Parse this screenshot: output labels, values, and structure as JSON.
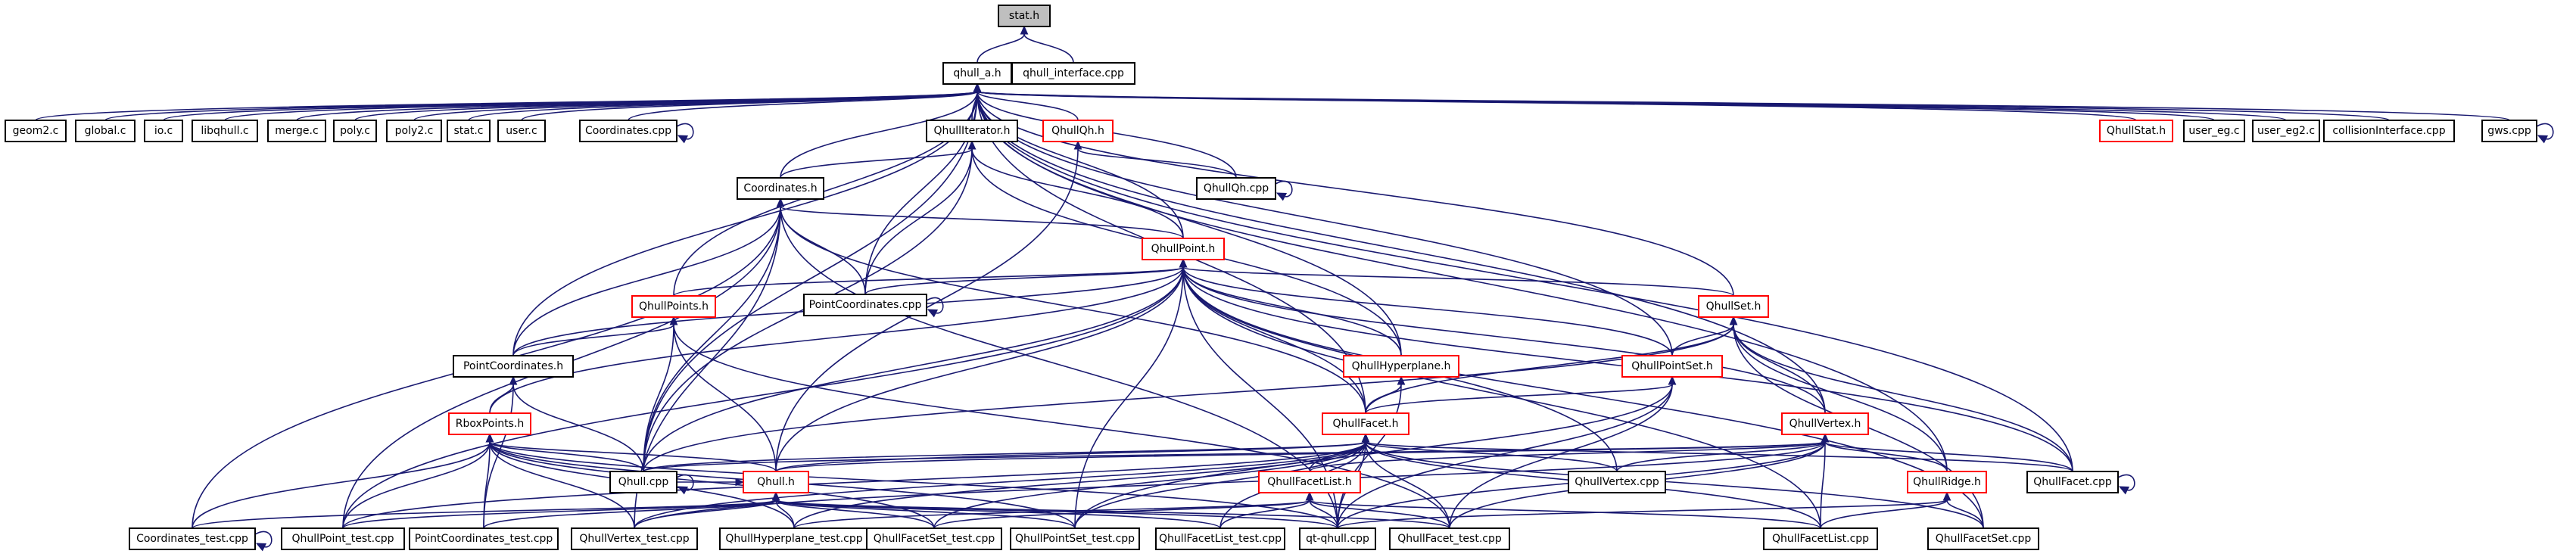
{
  "colors": {
    "edge": "#191970",
    "highlight": "#ff0000",
    "root_fill": "#bfbfbf"
  },
  "nodes": [
    {
      "id": "stat_h",
      "label": "stat.h",
      "style": "root"
    },
    {
      "id": "qhull_a_h",
      "label": "qhull_a.h"
    },
    {
      "id": "qhull_interface_cpp",
      "label": "qhull_interface.cpp"
    },
    {
      "id": "geom2_c",
      "label": "geom2.c"
    },
    {
      "id": "global_c",
      "label": "global.c"
    },
    {
      "id": "io_c",
      "label": "io.c"
    },
    {
      "id": "libqhull_c",
      "label": "libqhull.c"
    },
    {
      "id": "merge_c",
      "label": "merge.c"
    },
    {
      "id": "poly_c",
      "label": "poly.c"
    },
    {
      "id": "poly2_c",
      "label": "poly2.c"
    },
    {
      "id": "stat_c",
      "label": "stat.c"
    },
    {
      "id": "user_c",
      "label": "user.c"
    },
    {
      "id": "coordinates_cpp",
      "label": "Coordinates.cpp"
    },
    {
      "id": "qhulliterator_h",
      "label": "QhullIterator.h"
    },
    {
      "id": "qhullqh_h",
      "label": "QhullQh.h",
      "style": "red"
    },
    {
      "id": "qhullstat_h",
      "label": "QhullStat.h",
      "style": "red"
    },
    {
      "id": "user_eg_c",
      "label": "user_eg.c"
    },
    {
      "id": "user_eg2_c",
      "label": "user_eg2.c"
    },
    {
      "id": "collisioninterface_cpp",
      "label": "collisionInterface.cpp"
    },
    {
      "id": "gws_cpp",
      "label": "gws.cpp"
    },
    {
      "id": "qhullqh_cpp",
      "label": "QhullQh.cpp"
    },
    {
      "id": "coordinates_h",
      "label": "Coordinates.h"
    },
    {
      "id": "qhullpoint_h",
      "label": "QhullPoint.h",
      "style": "red"
    },
    {
      "id": "pointcoordinates_cpp",
      "label": "PointCoordinates.cpp"
    },
    {
      "id": "qhullpoints_h",
      "label": "QhullPoints.h",
      "style": "red"
    },
    {
      "id": "qhullset_h",
      "label": "QhullSet.h",
      "style": "red"
    },
    {
      "id": "pointcoordinates_h",
      "label": "PointCoordinates.h"
    },
    {
      "id": "qhullhyperplane_h",
      "label": "QhullHyperplane.h",
      "style": "red"
    },
    {
      "id": "qhullpointset_h",
      "label": "QhullPointSet.h",
      "style": "red"
    },
    {
      "id": "rboxpoints_h",
      "label": "RboxPoints.h",
      "style": "red"
    },
    {
      "id": "qhullfacet_h",
      "label": "QhullFacet.h",
      "style": "red"
    },
    {
      "id": "qhullvertex_h",
      "label": "QhullVertex.h",
      "style": "red"
    },
    {
      "id": "qhull_cpp",
      "label": "Qhull.cpp"
    },
    {
      "id": "qhullvertex_cpp",
      "label": "QhullVertex.cpp"
    },
    {
      "id": "qhullfacet_cpp",
      "label": "QhullFacet.cpp"
    },
    {
      "id": "qhull_h",
      "label": "Qhull.h",
      "style": "red"
    },
    {
      "id": "qhullfacetlist_h",
      "label": "QhullFacetList.h",
      "style": "red"
    },
    {
      "id": "qhullridge_h",
      "label": "QhullRidge.h",
      "style": "red"
    },
    {
      "id": "coordinates_test_cpp",
      "label": "Coordinates_test.cpp"
    },
    {
      "id": "qhullpoint_test_cpp",
      "label": "QhullPoint_test.cpp"
    },
    {
      "id": "pointcoordinates_test_cpp",
      "label": "PointCoordinates_test.cpp"
    },
    {
      "id": "qhullvertex_test_cpp",
      "label": "QhullVertex_test.cpp"
    },
    {
      "id": "qhullhyperplane_test_cpp",
      "label": "QhullHyperplane_test.cpp"
    },
    {
      "id": "qhullfacetset_test_cpp",
      "label": "QhullFacetSet_test.cpp"
    },
    {
      "id": "qhullpointset_test_cpp",
      "label": "QhullPointSet_test.cpp"
    },
    {
      "id": "qhullfacetlist_test_cpp",
      "label": "QhullFacetList_test.cpp"
    },
    {
      "id": "qt_qhull_cpp",
      "label": "qt-qhull.cpp"
    },
    {
      "id": "qhullfacet_test_cpp",
      "label": "QhullFacet_test.cpp"
    },
    {
      "id": "qhullfacetlist_cpp",
      "label": "QhullFacetList.cpp"
    },
    {
      "id": "qhullfacetset_cpp",
      "label": "QhullFacetSet.cpp"
    }
  ],
  "edges": [
    [
      "qhull_a_h",
      "stat_h"
    ],
    [
      "qhull_interface_cpp",
      "stat_h"
    ],
    [
      "geom2_c",
      "qhull_a_h"
    ],
    [
      "global_c",
      "qhull_a_h"
    ],
    [
      "io_c",
      "qhull_a_h"
    ],
    [
      "libqhull_c",
      "qhull_a_h"
    ],
    [
      "merge_c",
      "qhull_a_h"
    ],
    [
      "poly_c",
      "qhull_a_h"
    ],
    [
      "poly2_c",
      "qhull_a_h"
    ],
    [
      "stat_c",
      "qhull_a_h"
    ],
    [
      "user_c",
      "qhull_a_h"
    ],
    [
      "coordinates_cpp",
      "qhull_a_h"
    ],
    [
      "coordinates_cpp",
      "coordinates_cpp"
    ],
    [
      "qhulliterator_h",
      "qhull_a_h"
    ],
    [
      "qhullqh_h",
      "qhull_a_h"
    ],
    [
      "qhullstat_h",
      "qhull_a_h"
    ],
    [
      "user_eg_c",
      "qhull_a_h"
    ],
    [
      "user_eg2_c",
      "qhull_a_h"
    ],
    [
      "collisioninterface_cpp",
      "qhull_a_h"
    ],
    [
      "gws_cpp",
      "qhull_a_h"
    ],
    [
      "gws_cpp",
      "gws_cpp"
    ],
    [
      "qhullqh_cpp",
      "qhull_a_h"
    ],
    [
      "qhullqh_cpp",
      "qhullqh_h"
    ],
    [
      "qhullqh_cpp",
      "qhullqh_cpp"
    ],
    [
      "coordinates_h",
      "qhull_a_h"
    ],
    [
      "coordinates_h",
      "qhulliterator_h"
    ],
    [
      "qhullpoint_h",
      "qhull_a_h"
    ],
    [
      "qhullpoint_h",
      "qhulliterator_h"
    ],
    [
      "qhullpoint_h",
      "coordinates_h"
    ],
    [
      "pointcoordinates_cpp",
      "qhull_a_h"
    ],
    [
      "pointcoordinates_cpp",
      "qhulliterator_h"
    ],
    [
      "pointcoordinates_cpp",
      "coordinates_h"
    ],
    [
      "pointcoordinates_cpp",
      "qhullpoint_h"
    ],
    [
      "pointcoordinates_cpp",
      "pointcoordinates_cpp"
    ],
    [
      "qhullpoints_h",
      "qhull_a_h"
    ],
    [
      "qhullpoints_h",
      "qhullpoint_h"
    ],
    [
      "qhullset_h",
      "qhull_a_h"
    ],
    [
      "qhullset_h",
      "qhullpoint_h"
    ],
    [
      "pointcoordinates_h",
      "qhull_a_h"
    ],
    [
      "pointcoordinates_h",
      "coordinates_h"
    ],
    [
      "pointcoordinates_h",
      "qhullpoint_h"
    ],
    [
      "pointcoordinates_h",
      "qhullpoints_h"
    ],
    [
      "qhullhyperplane_h",
      "qhull_a_h"
    ],
    [
      "qhullhyperplane_h",
      "qhulliterator_h"
    ],
    [
      "qhullhyperplane_h",
      "qhullpoint_h"
    ],
    [
      "qhullpointset_h",
      "qhull_a_h"
    ],
    [
      "qhullpointset_h",
      "qhullset_h"
    ],
    [
      "qhullpointset_h",
      "qhullpoint_h"
    ],
    [
      "rboxpoints_h",
      "qhullpoint_h"
    ],
    [
      "rboxpoints_h",
      "pointcoordinates_h"
    ],
    [
      "qhullfacet_h",
      "qhull_a_h"
    ],
    [
      "qhullfacet_h",
      "coordinates_h"
    ],
    [
      "qhullfacet_h",
      "qhullpoint_h"
    ],
    [
      "qhullfacet_h",
      "qhullset_h"
    ],
    [
      "qhullfacet_h",
      "qhullhyperplane_h"
    ],
    [
      "qhullfacet_h",
      "qhullpointset_h"
    ],
    [
      "qhullvertex_h",
      "qhull_a_h"
    ],
    [
      "qhullvertex_h",
      "qhullpoint_h"
    ],
    [
      "qhullvertex_h",
      "qhullset_h"
    ],
    [
      "qhull_cpp",
      "qhull_a_h"
    ],
    [
      "qhull_cpp",
      "qhulliterator_h"
    ],
    [
      "qhull_cpp",
      "coordinates_h"
    ],
    [
      "qhull_cpp",
      "qhullpoints_h"
    ],
    [
      "qhull_cpp",
      "qhullpoint_h"
    ],
    [
      "qhull_cpp",
      "pointcoordinates_h"
    ],
    [
      "qhull_cpp",
      "rboxpoints_h"
    ],
    [
      "qhull_cpp",
      "qhullfacet_h"
    ],
    [
      "qhull_cpp",
      "qhullvertex_h"
    ],
    [
      "qhull_cpp",
      "qhullset_h"
    ],
    [
      "qhull_cpp",
      "qhull_h"
    ],
    [
      "qhull_cpp",
      "qhull_cpp"
    ],
    [
      "qhullvertex_cpp",
      "qhullvertex_h"
    ],
    [
      "qhullvertex_cpp",
      "qhullpoint_h"
    ],
    [
      "qhullvertex_cpp",
      "qhullfacet_h"
    ],
    [
      "qhullfacet_cpp",
      "qhull_a_h"
    ],
    [
      "qhullfacet_cpp",
      "qhullfacet_h"
    ],
    [
      "qhullfacet_cpp",
      "qhullset_h"
    ],
    [
      "qhullfacet_cpp",
      "qhullpoint_h"
    ],
    [
      "qhullfacet_cpp",
      "qhullvertex_h"
    ],
    [
      "qhullfacet_cpp",
      "qhullfacet_cpp"
    ],
    [
      "qhull_h",
      "qhullqh_h"
    ],
    [
      "qhull_h",
      "qhullpoints_h"
    ],
    [
      "qhull_h",
      "qhullpoint_h"
    ],
    [
      "qhull_h",
      "rboxpoints_h"
    ],
    [
      "qhull_h",
      "qhullfacet_h"
    ],
    [
      "qhull_h",
      "qhullvertex_h"
    ],
    [
      "qhullfacetlist_h",
      "qhullfacet_h"
    ],
    [
      "qhullfacetlist_h",
      "qhullvertex_h"
    ],
    [
      "qhullridge_h",
      "qhull_a_h"
    ],
    [
      "qhullridge_h",
      "qhullset_h"
    ],
    [
      "qhullridge_h",
      "qhullvertex_h"
    ],
    [
      "coordinates_test_cpp",
      "coordinates_h"
    ],
    [
      "coordinates_test_cpp",
      "rboxpoints_h"
    ],
    [
      "coordinates_test_cpp",
      "qhull_h"
    ],
    [
      "coordinates_test_cpp",
      "coordinates_test_cpp"
    ],
    [
      "qhullpoint_test_cpp",
      "coordinates_h"
    ],
    [
      "qhullpoint_test_cpp",
      "qhullpoint_h"
    ],
    [
      "qhullpoint_test_cpp",
      "rboxpoints_h"
    ],
    [
      "qhullpoint_test_cpp",
      "qhull_h"
    ],
    [
      "qhullpoint_test_cpp",
      "qhullfacet_h"
    ],
    [
      "pointcoordinates_test_cpp",
      "pointcoordinates_h"
    ],
    [
      "pointcoordinates_test_cpp",
      "rboxpoints_h"
    ],
    [
      "pointcoordinates_test_cpp",
      "qhull_h"
    ],
    [
      "qhullvertex_test_cpp",
      "coordinates_h"
    ],
    [
      "qhullvertex_test_cpp",
      "rboxpoints_h"
    ],
    [
      "qhullvertex_test_cpp",
      "qhull_h"
    ],
    [
      "qhullvertex_test_cpp",
      "qhullfacet_h"
    ],
    [
      "qhullvertex_test_cpp",
      "qhullvertex_h"
    ],
    [
      "qhullhyperplane_test_cpp",
      "rboxpoints_h"
    ],
    [
      "qhullhyperplane_test_cpp",
      "qhull_h"
    ],
    [
      "qhullhyperplane_test_cpp",
      "qhullfacet_h"
    ],
    [
      "qhullhyperplane_test_cpp",
      "qhullfacetlist_h"
    ],
    [
      "qhullfacetset_test_cpp",
      "rboxpoints_h"
    ],
    [
      "qhullfacetset_test_cpp",
      "qhull_h"
    ],
    [
      "qhullfacetset_test_cpp",
      "qhullfacet_h"
    ],
    [
      "qhullfacetset_test_cpp",
      "qhullfacetlist_h"
    ],
    [
      "qhullpointset_test_cpp",
      "qhullpoint_h"
    ],
    [
      "qhullpointset_test_cpp",
      "qhullpointset_h"
    ],
    [
      "qhullpointset_test_cpp",
      "rboxpoints_h"
    ],
    [
      "qhullpointset_test_cpp",
      "qhull_h"
    ],
    [
      "qhullpointset_test_cpp",
      "qhullfacet_h"
    ],
    [
      "qhullfacetlist_test_cpp",
      "qhull_h"
    ],
    [
      "qhullfacetlist_test_cpp",
      "qhullfacetlist_h"
    ],
    [
      "qhullfacetlist_test_cpp",
      "qhullfacet_h"
    ],
    [
      "qt_qhull_cpp",
      "qhullpoint_h"
    ],
    [
      "qt_qhull_cpp",
      "rboxpoints_h"
    ],
    [
      "qt_qhull_cpp",
      "qhull_h"
    ],
    [
      "qt_qhull_cpp",
      "qhullfacet_h"
    ],
    [
      "qt_qhull_cpp",
      "qhullfacetlist_h"
    ],
    [
      "qt_qhull_cpp",
      "qhullvertex_h"
    ],
    [
      "qt_qhull_cpp",
      "qhullpointset_h"
    ],
    [
      "qt_qhull_cpp",
      "qhullhyperplane_h"
    ],
    [
      "qt_qhull_cpp",
      "qhullridge_h"
    ],
    [
      "qt_qhull_cpp",
      "coordinates_h"
    ],
    [
      "qhullfacet_test_cpp",
      "qhull_h"
    ],
    [
      "qhullfacet_test_cpp",
      "qhullfacet_h"
    ],
    [
      "qhullfacet_test_cpp",
      "qhullfacetlist_h"
    ],
    [
      "qhullfacet_test_cpp",
      "qhullpointset_h"
    ],
    [
      "qhullfacet_test_cpp",
      "qhullvertex_h"
    ],
    [
      "qhullfacet_test_cpp",
      "qhullpoints_h"
    ],
    [
      "qhullfacetlist_cpp",
      "qhullfacet_h"
    ],
    [
      "qhullfacetlist_cpp",
      "qhullfacetlist_h"
    ],
    [
      "qhullfacetlist_cpp",
      "qhullpoint_h"
    ],
    [
      "qhullfacetlist_cpp",
      "qhullvertex_h"
    ],
    [
      "qhullfacetlist_cpp",
      "qhullridge_h"
    ],
    [
      "qhullfacetset_cpp",
      "qhullfacet_h"
    ],
    [
      "qhullfacetset_cpp",
      "qhullpoint_h"
    ],
    [
      "qhullfacetset_cpp",
      "qhullset_h"
    ],
    [
      "qhullfacetset_cpp",
      "qhullridge_h"
    ]
  ]
}
